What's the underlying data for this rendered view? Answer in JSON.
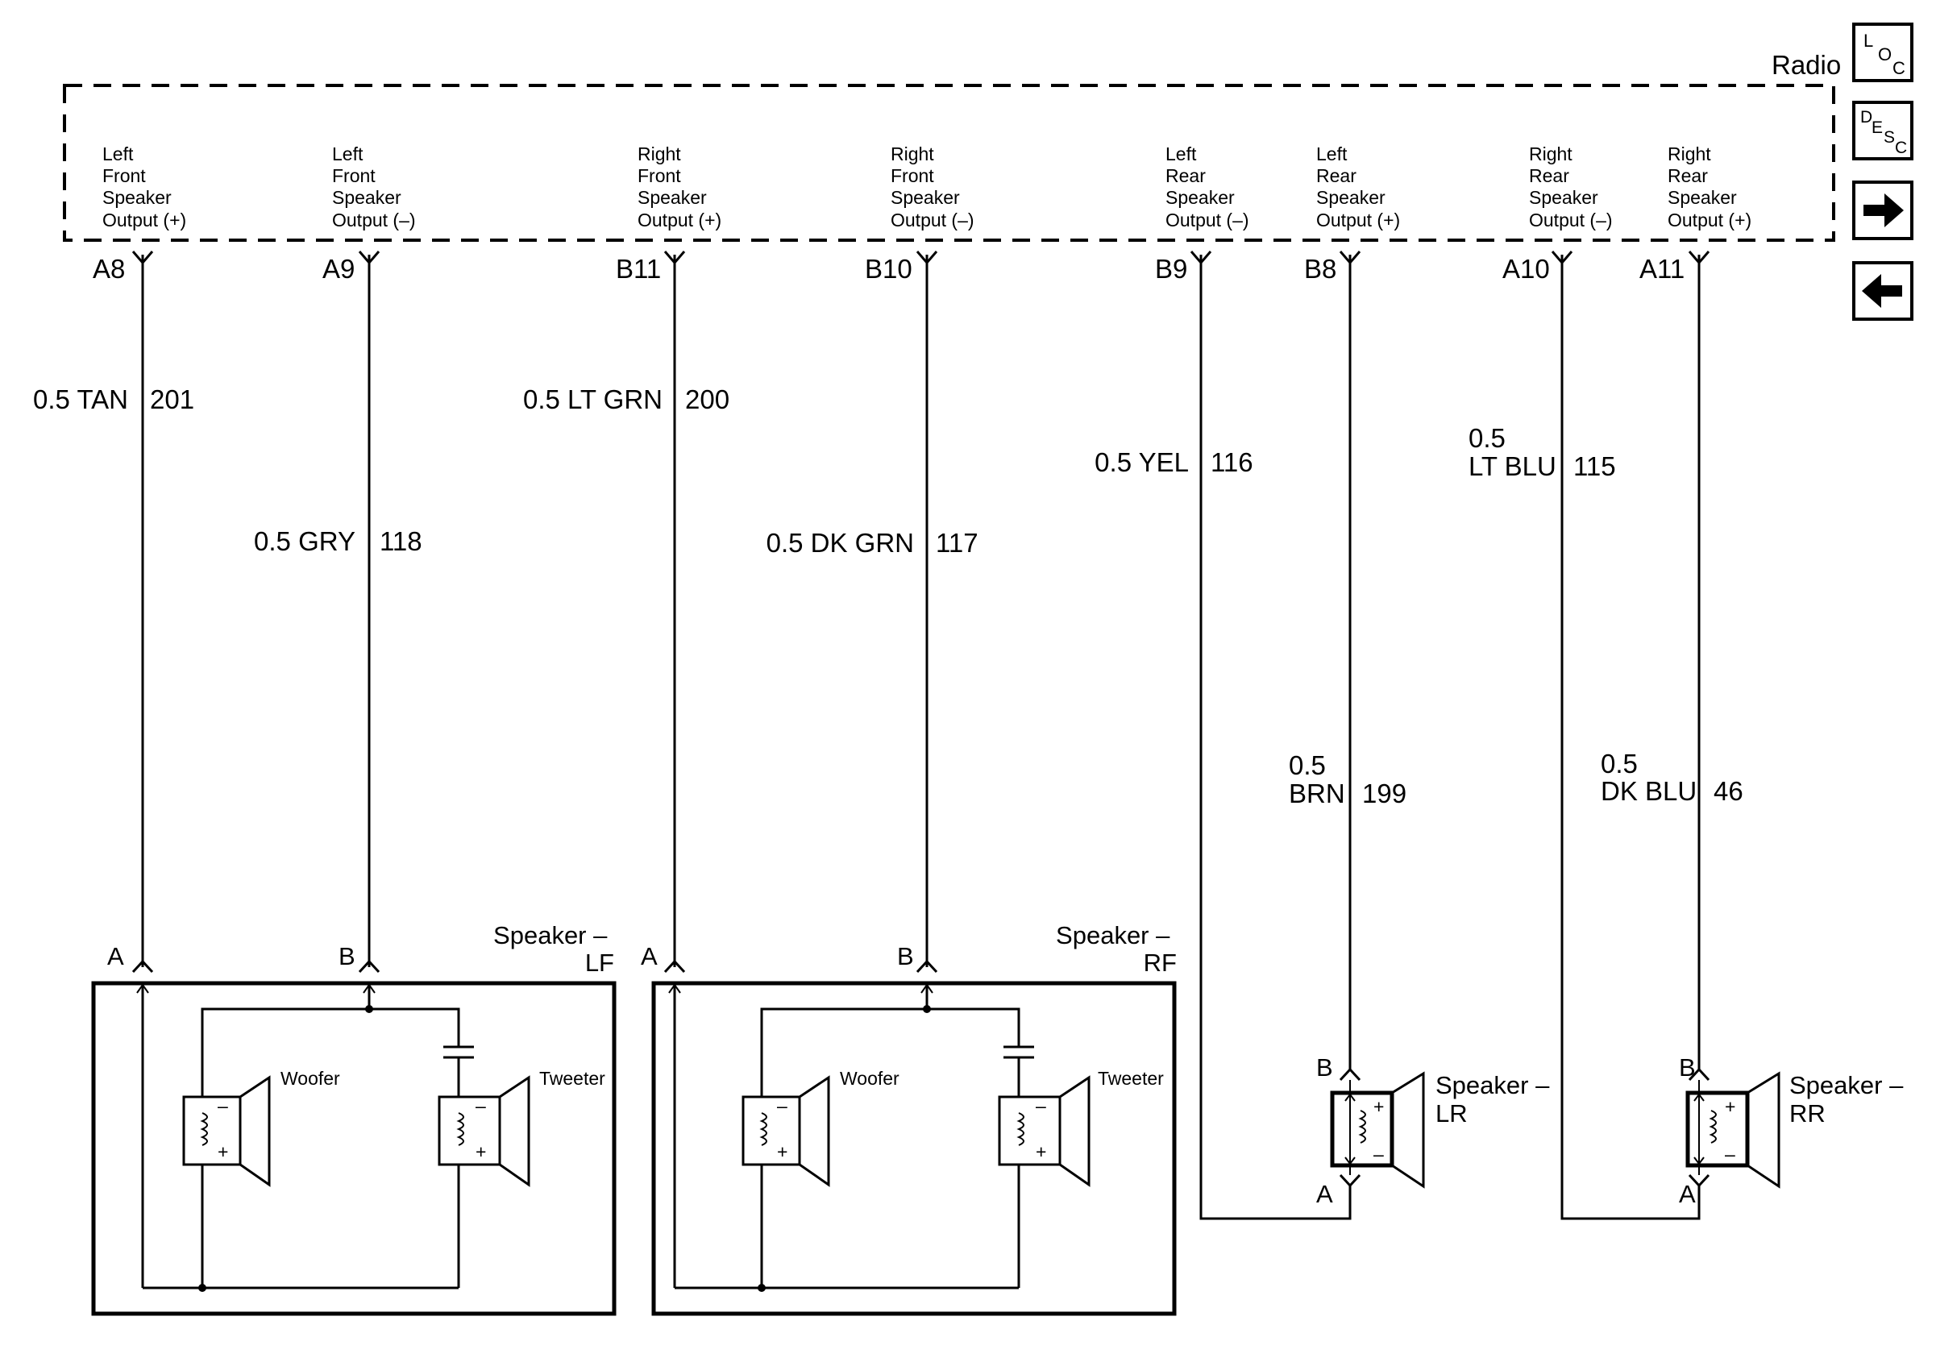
{
  "radio": {
    "title": "Radio",
    "outputs": [
      {
        "lines": [
          "Left",
          "Front",
          "Speaker",
          "Output (+)"
        ],
        "pin": "A8"
      },
      {
        "lines": [
          "Left",
          "Front",
          "Speaker",
          "Output (–)"
        ],
        "pin": "A9"
      },
      {
        "lines": [
          "Right",
          "Front",
          "Speaker",
          "Output (+)"
        ],
        "pin": "B11"
      },
      {
        "lines": [
          "Right",
          "Front",
          "Speaker",
          "Output (–)"
        ],
        "pin": "B10"
      },
      {
        "lines": [
          "Left",
          "Rear",
          "Speaker",
          "Output (–)"
        ],
        "pin": "B9"
      },
      {
        "lines": [
          "Left",
          "Rear",
          "Speaker",
          "Output (+)"
        ],
        "pin": "B8"
      },
      {
        "lines": [
          "Right",
          "Rear",
          "Speaker",
          "Output (–)"
        ],
        "pin": "A10"
      },
      {
        "lines": [
          "Right",
          "Rear",
          "Speaker",
          "Output (+)"
        ],
        "pin": "A11"
      }
    ]
  },
  "wires": {
    "w201": {
      "spec": "0.5 TAN",
      "circuit": "201"
    },
    "w118": {
      "spec": "0.5 GRY",
      "circuit": "118"
    },
    "w200": {
      "spec": "0.5 LT GRN",
      "circuit": "200"
    },
    "w117": {
      "spec": "0.5 DK GRN",
      "circuit": "117"
    },
    "w116": {
      "spec": "0.5 YEL",
      "circuit": "116"
    },
    "w115": {
      "spec_lines": [
        "0.5",
        "LT BLU"
      ],
      "circuit": "115"
    },
    "w199": {
      "spec_lines": [
        "0.5",
        "BRN"
      ],
      "circuit": "199"
    },
    "w46": {
      "spec_lines": [
        "0.5",
        "DK BLU"
      ],
      "circuit": "46"
    }
  },
  "speakers": {
    "lf": {
      "name_lines": [
        "Speaker –",
        "LF"
      ],
      "pin_a": "A",
      "pin_b": "B",
      "woofer": "Woofer",
      "tweeter": "Tweeter"
    },
    "rf": {
      "name_lines": [
        "Speaker –",
        "RF"
      ],
      "pin_a": "A",
      "pin_b": "B",
      "woofer": "Woofer",
      "tweeter": "Tweeter"
    },
    "lr": {
      "name_lines": [
        "Speaker –",
        "LR"
      ],
      "pin_a": "A",
      "pin_b": "B"
    },
    "rr": {
      "name_lines": [
        "Speaker –",
        "RR"
      ],
      "pin_a": "A",
      "pin_b": "B"
    }
  },
  "coil_marks": {
    "plus": "+",
    "minus": "–"
  },
  "nav": {
    "loc": {
      "big": "L",
      "small": "O",
      "sub": "C"
    },
    "desc": {
      "big": "D",
      "e": "E",
      "s": "S",
      "c": "C"
    },
    "next_icon": "arrow-right-icon",
    "prev_icon": "arrow-left-icon"
  }
}
